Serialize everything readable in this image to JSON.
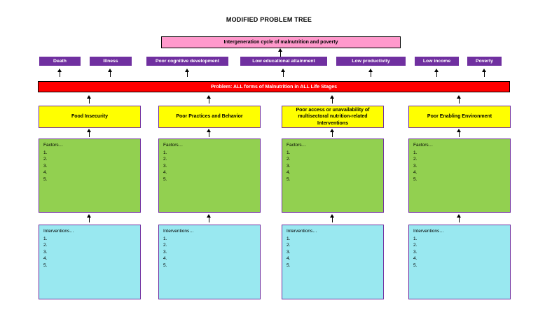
{
  "page": {
    "title": "MODIFIED PROBLEM TREE"
  },
  "top_box": {
    "label": "Intergeneration cycle of malnutrition and poverty"
  },
  "outcomes": [
    {
      "label": "Death"
    },
    {
      "label": "Illness"
    },
    {
      "label": "Poor cognitive development"
    },
    {
      "label": "Low educational attainment"
    },
    {
      "label": "Low productivity"
    },
    {
      "label": "Low income"
    },
    {
      "label": "Poverty"
    }
  ],
  "problem_bar": {
    "label": "Problem: ALL forms of Malnutrition in ALL Life Stages"
  },
  "columns": [
    {
      "cause": "Food Insecurity",
      "factors": {
        "title": "Factors…",
        "items": [
          "1.",
          "2.",
          "3.",
          "4.",
          "5."
        ]
      },
      "interventions": {
        "title": "Interventions…",
        "items": [
          "1.",
          "2.",
          "3.",
          "4.",
          "5."
        ]
      }
    },
    {
      "cause": "Poor Practices and Behavior",
      "factors": {
        "title": "Factors…",
        "items": [
          "1.",
          "2.",
          "3.",
          "4.",
          "5."
        ]
      },
      "interventions": {
        "title": "Interventions…",
        "items": [
          "1.",
          "2.",
          "3.",
          "4.",
          "5."
        ]
      }
    },
    {
      "cause": "Poor access or unavailability of multisectoral nutrition-related Interventions",
      "factors": {
        "title": "Factors…",
        "items": [
          "1.",
          "2.",
          "3.",
          "4.",
          "5."
        ]
      },
      "interventions": {
        "title": "Interventions…",
        "items": [
          "1.",
          "2.",
          "3.",
          "4.",
          "5."
        ]
      }
    },
    {
      "cause": "Poor Enabling Environment",
      "factors": {
        "title": "Factors…",
        "items": [
          "1.",
          "2.",
          "3.",
          "4.",
          "5."
        ]
      },
      "interventions": {
        "title": "Interventions…",
        "items": [
          "1.",
          "2.",
          "3.",
          "4.",
          "5."
        ]
      }
    }
  ],
  "colors": {
    "top_box_fill": "#ff99cc",
    "outcome_fill": "#7030a0",
    "problem_fill": "#ff0000",
    "cause_fill": "#ffff00",
    "factors_fill": "#92d050",
    "interventions_fill": "#99e8f0",
    "box_border": "#7030a0"
  }
}
